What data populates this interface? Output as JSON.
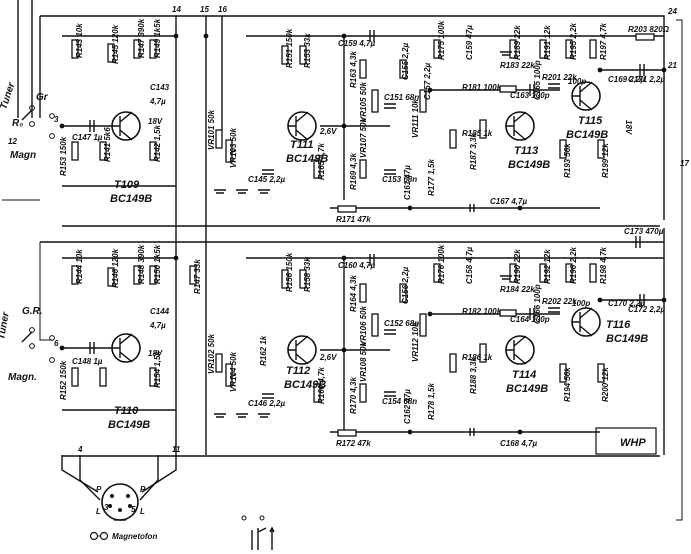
{
  "inputs": {
    "tuner_label": "Tuner",
    "gr_label": "Gr",
    "ro_label": "R₀",
    "magn_top_label": "Magn",
    "magn_bottom_label": "Magn.",
    "gr2_label": "G.R.",
    "tuner2_label": "Tuner"
  },
  "pins": {
    "p3": "3",
    "p12": "12",
    "p14": "14",
    "p15": "15",
    "p16": "16",
    "p6": "6",
    "p4": "4",
    "p11": "11",
    "p24": "24",
    "p21": "21",
    "p17": "17"
  },
  "transistors": {
    "t109": {
      "name": "T109",
      "type": "BC149B"
    },
    "t111": {
      "name": "T111",
      "type": "BC149B"
    },
    "t113": {
      "name": "T113",
      "type": "BC149B"
    },
    "t115": {
      "name": "T115",
      "type": "BC149B"
    },
    "t110": {
      "name": "T110",
      "type": "BC149B"
    },
    "t112": {
      "name": "T112",
      "type": "BC149B"
    },
    "t114": {
      "name": "T114",
      "type": "BC149B"
    },
    "t116": {
      "name": "T116",
      "type": "BC149B"
    }
  },
  "voltages": {
    "v18": "18V",
    "v26": "2,6V"
  },
  "parts_top": {
    "r143": "R143 10k",
    "r145": "R145 120k",
    "r147": "R147 390k",
    "r149": "R149 1k5k",
    "c147": "C147 1µ",
    "c143": "C143",
    "c149": "4,7µ",
    "r153": "R153 150k",
    "r141": "R141 5k6",
    "r142": "R142 1,5k",
    "vr101": "VR101 50k",
    "vr103": "VR103 50k",
    "c145": "C145 2,2µ",
    "r151": "R151 150k",
    "r153b": "R153 33k",
    "r165": "R165 4,7k",
    "c159": "C159 4,7µ",
    "r163": "R163 4,3k",
    "vr105": "VR105 50k",
    "c151": "C151 68n",
    "vr107": "VR107 50k",
    "r169": "R169 4,3k",
    "c153": "C153 68n",
    "r171": "R171 47k",
    "c155": "C155 2,2µ",
    "c157": "C157 2,2µ",
    "r175": "R175 100k",
    "c159b": "C159 47µ",
    "vr111": "VR111 10k",
    "c161": "C161 47µ",
    "r177": "R177 1,5k",
    "r181": "R181 100k",
    "r183": "R183 22k",
    "c163": "C163 100p",
    "r185": "R185 1k",
    "r187": "R187 3,3k",
    "c167": "C167 4,7µ",
    "r189": "R189 22k",
    "r191": "R191 12k",
    "r193": "R193 56k",
    "r195": "R195 2,2k",
    "r197": "R197 4,7k",
    "c169": "C169 2,2µ",
    "r199": "R199 12k",
    "c165": "C165 100p",
    "r201": "R201 22k",
    "c171": "C171 2,2µ",
    "r203": "R203 820Ω",
    "c173": "C173 470µ"
  },
  "parts_bottom": {
    "r144": "R144 10k",
    "r146": "R146 120k",
    "r148": "R148 390k",
    "r150": "R150 1k5k",
    "c148": "C148 1µ",
    "c144": "C144",
    "c150": "4,7µ",
    "r147b": "R147 33k",
    "r152": "R152 150k",
    "r154": "R154 1,5k",
    "vr102": "VR102 50k",
    "vr104": "VR104 50k",
    "c146": "C146 2,2µ",
    "r156": "R156 150k",
    "r158": "R158 33k",
    "r160": "R160 4,7k",
    "r162": "R162 1k",
    "c160": "C160 4,7µ",
    "r164": "R164 4,3k",
    "vr106": "VR106 50k",
    "c152": "C152 68n",
    "vr108": "VR108 50k",
    "r170": "R170 4,3k",
    "c154": "C154 68n",
    "r172": "R172 47k",
    "c156": "C156 2,2µ",
    "r176": "R176 100k",
    "c158": "C158 4,7µ",
    "c162": "C162 47µ",
    "vr112": "VR112 10k",
    "r178": "R178 1,5k",
    "r182": "R182 100k",
    "r184": "R184 22k",
    "c164": "C164 100p",
    "r186": "R186 1k",
    "r188": "R188 3,3k",
    "c168": "C168 4,7µ",
    "r190": "R190 22k",
    "r192": "R192 12k",
    "r194": "R194 56k",
    "r196": "R196 2,2k",
    "r198": "R198 4,7k",
    "c170": "C170 2,2µ",
    "r200": "R200 12k",
    "c166": "C166 100p",
    "r202": "R202 22k",
    "c172": "C172 2,2µ"
  },
  "misc": {
    "whp": "WHP",
    "magnetofon": "Magnetofon",
    "din_labels": [
      "P",
      "P",
      "L",
      "L",
      "3",
      "5"
    ],
    "c100p_top": "100p",
    "c100p_bottom": "100p"
  }
}
